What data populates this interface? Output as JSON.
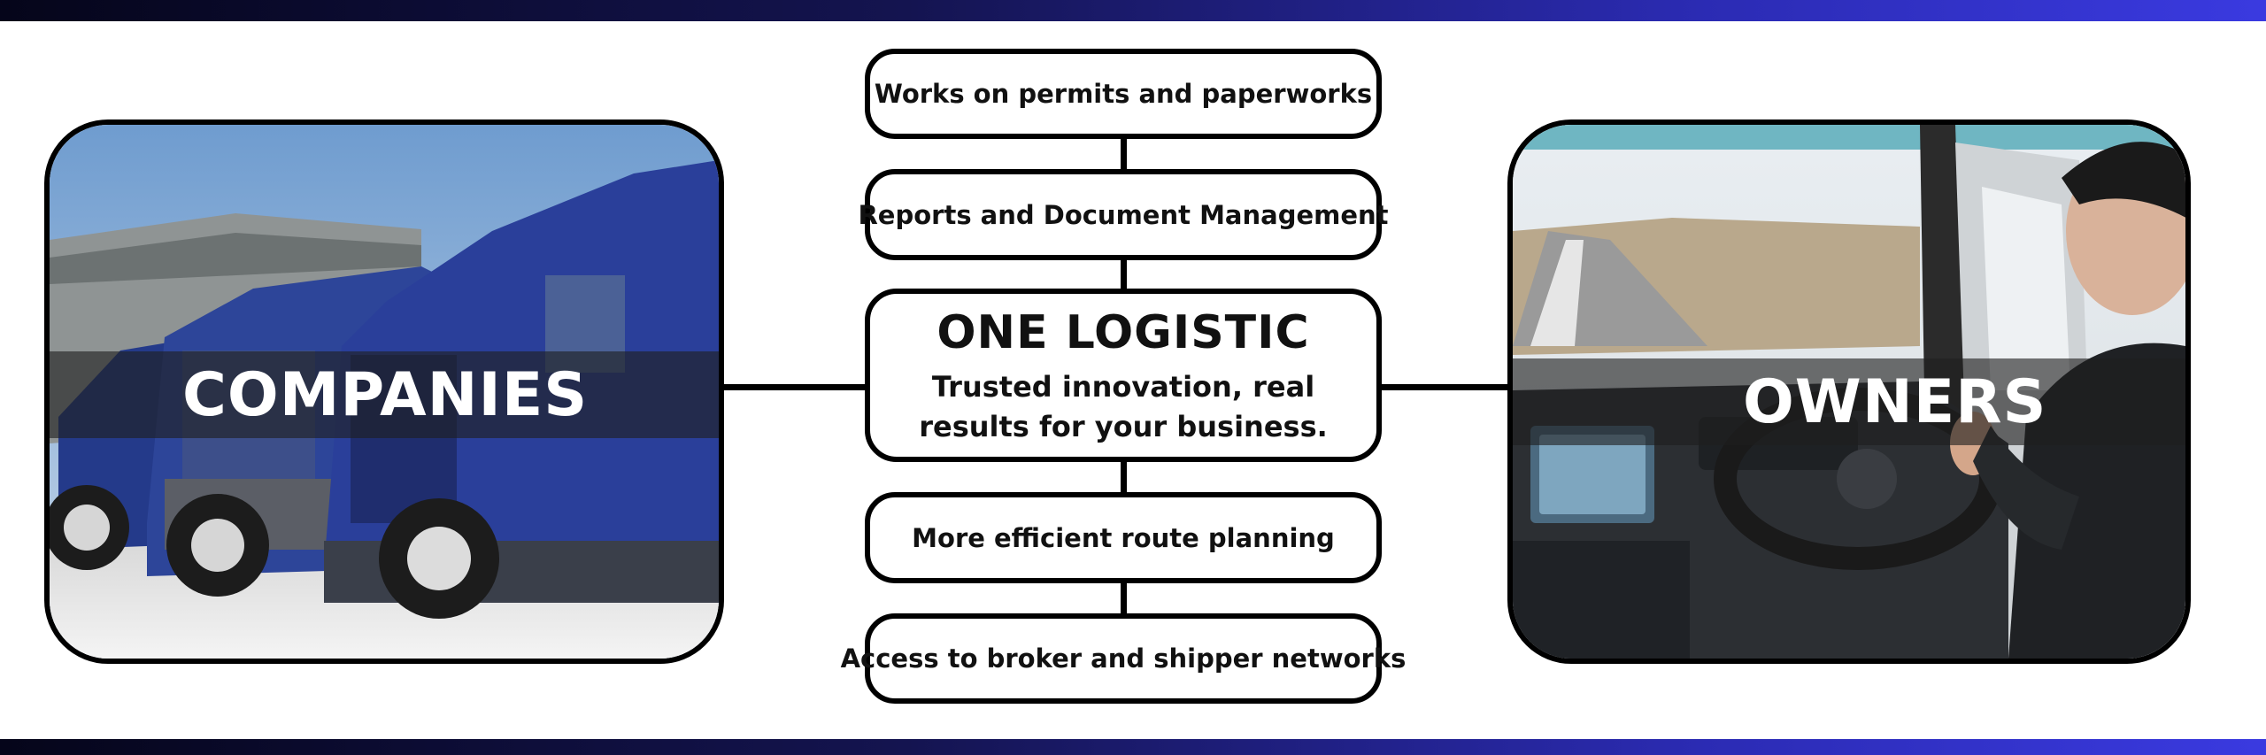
{
  "diagram": {
    "center": {
      "title": "ONE LOGISTIC",
      "subtitle": "Trusted innovation, real results for your business."
    },
    "left_panel": {
      "label": "COMPANIES"
    },
    "right_panel": {
      "label": "OWNERS"
    },
    "benefits": [
      "Works on permits and paperworks",
      "Reports and Document Management",
      "More efficient route planning",
      "Access to broker and shipper networks"
    ]
  },
  "colors": {
    "band_start": "#05051a",
    "band_end": "#3a3ae0",
    "outline": "#000000",
    "truck_blue": "#2a3f9a"
  }
}
